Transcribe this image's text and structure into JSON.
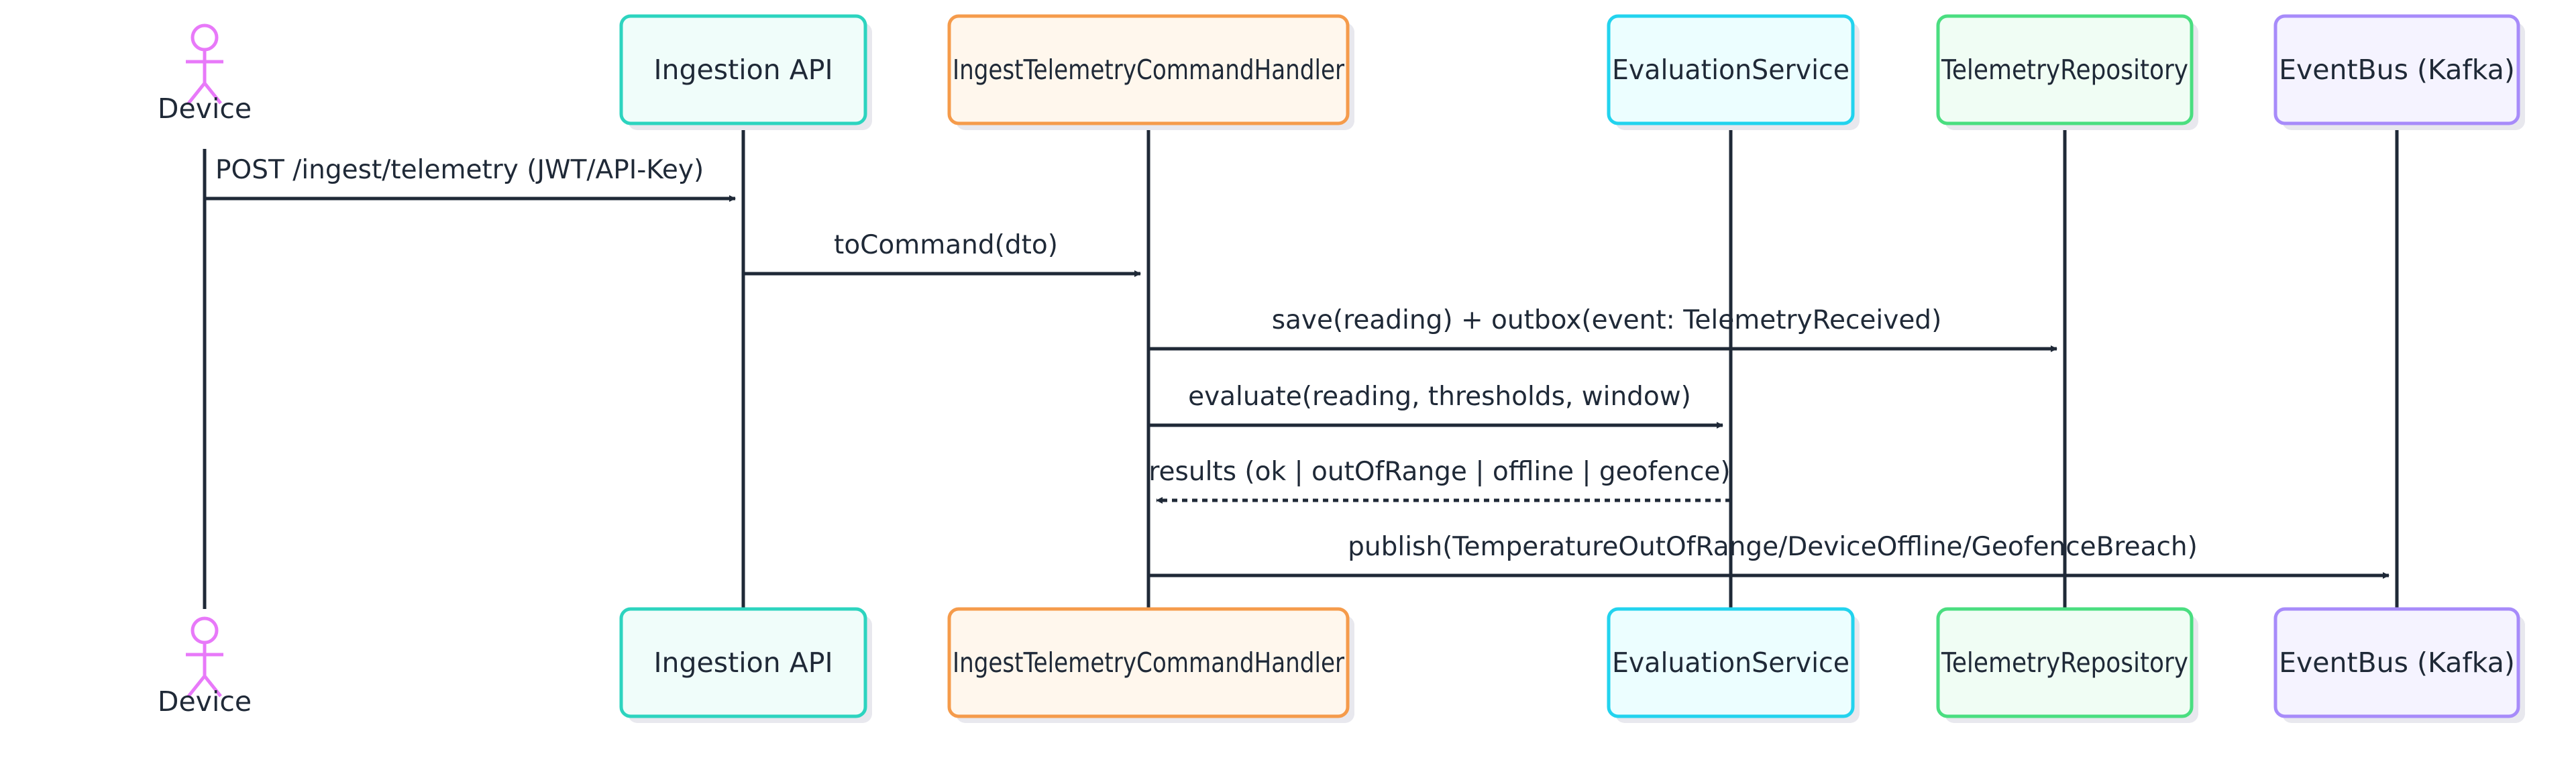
{
  "participants": [
    {
      "id": "device",
      "label": "Device",
      "kind": "actor",
      "stroke": "#e879f9",
      "fill": "none"
    },
    {
      "id": "api",
      "label": "Ingestion API",
      "kind": "box",
      "stroke": "#2dd4bf",
      "fill": "#f0fdfa"
    },
    {
      "id": "handler",
      "label": "IngestTelemetryCommandHandler",
      "kind": "box",
      "stroke": "#f59b4b",
      "fill": "#fff7ed"
    },
    {
      "id": "eval",
      "label": "EvaluationService",
      "kind": "box",
      "stroke": "#22d3ee",
      "fill": "#ecfeff"
    },
    {
      "id": "repo",
      "label": "TelemetryRepository",
      "kind": "box",
      "stroke": "#4ade80",
      "fill": "#f0fdf4"
    },
    {
      "id": "bus",
      "label": "EventBus (Kafka)",
      "kind": "box",
      "stroke": "#a78bfa",
      "fill": "#f5f3ff"
    }
  ],
  "messages": [
    {
      "from": "device",
      "to": "api",
      "text": "POST /ingest/telemetry (JWT/API-Key)",
      "style": "solid"
    },
    {
      "from": "api",
      "to": "handler",
      "text": "toCommand(dto)",
      "style": "solid"
    },
    {
      "from": "handler",
      "to": "repo",
      "text": "save(reading) + outbox(event: TelemetryReceived)",
      "style": "solid"
    },
    {
      "from": "handler",
      "to": "eval",
      "text": "evaluate(reading, thresholds, window)",
      "style": "solid"
    },
    {
      "from": "eval",
      "to": "handler",
      "text": "results (ok | outOfRange | offline | geofence)",
      "style": "dashed"
    },
    {
      "from": "handler",
      "to": "bus",
      "text": "publish(TemperatureOutOfRange/DeviceOffline/GeofenceBreach)",
      "style": "solid"
    }
  ],
  "colors": {
    "line": "#1f2937",
    "text": "#1f2937",
    "shadow": "#e8e8ee"
  }
}
